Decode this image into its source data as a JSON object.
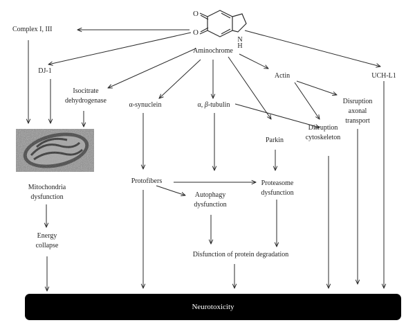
{
  "molecule": {
    "name": "Aminochrome",
    "atom_o_top": "O",
    "atom_o_bottom": "O",
    "atom_n": "N",
    "atom_h": "H"
  },
  "nodes": {
    "complex": "Complex I, III",
    "dj1": "DJ-1",
    "isocitrate_1": "Isocitrate",
    "isocitrate_2": "dehydrogenase",
    "synuclein_greek": "α",
    "synuclein_rest": "-synuclein",
    "tubulin_a": "α",
    "tubulin_sep": ", ",
    "tubulin_b": "β",
    "tubulin_rest": "-tubulin",
    "actin": "Actin",
    "uchl1": "UCH-L1",
    "axonal_1": "Disruption",
    "axonal_2": "axonal",
    "axonal_3": "transport",
    "parkin": "Parkin",
    "cyto_1": "Disruption",
    "cyto_2": "cytoskeleton",
    "mito_1": "Mitochondria",
    "mito_2": "dysfunction",
    "protofibers": "Protofibers",
    "proteasome_1": "Proteasome",
    "proteasome_2": "dysfunction",
    "autophagy_1": "Autophagy",
    "autophagy_2": "dysfunction",
    "energy_1": "Energy",
    "energy_2": "collapse",
    "protein": "Disfunction of protein degradation",
    "neurotoxicity": "Neurotoxicity"
  },
  "colors": {
    "arrow": "#2a2a2a",
    "bar": "#000000",
    "bar_text": "#ffffff"
  }
}
